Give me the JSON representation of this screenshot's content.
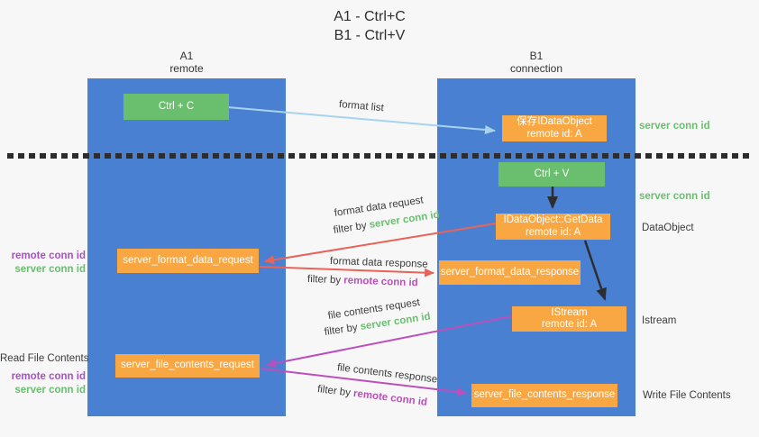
{
  "title": {
    "line1": "A1 - Ctrl+C",
    "line2": "B1 - Ctrl+V"
  },
  "columns": {
    "left": {
      "id": "A1",
      "subtitle": "remote"
    },
    "right": {
      "id": "B1",
      "subtitle": "connection"
    }
  },
  "nodes": {
    "ctrl_c": "Ctrl + C",
    "ctrl_v": "Ctrl + V",
    "save_dataobject": {
      "line1": "保存IDataObject",
      "line2": "remote id: A"
    },
    "getdata": {
      "line1": "IDataObject::GetData",
      "line2": "remote id: A"
    },
    "istream": {
      "line1": "IStream",
      "line2": "remote id: A"
    },
    "format_request": "server_format_data_request",
    "format_response": "server_format_data_response",
    "file_request": "server_file_contents_request",
    "file_response": "server_file_contents_response"
  },
  "flow_labels": {
    "format_list": "format list",
    "format_data_request": "format data request",
    "format_data_response": "format data response",
    "file_contents_request": "file contents request",
    "file_contents_response": "file contents response",
    "filter_by": "filter by"
  },
  "side_labels": {
    "server_conn_id": "server conn id",
    "remote_conn_id": "remote conn id",
    "dataobject": "DataObject",
    "istream": "Istream",
    "read_file_contents": "Read File Contents",
    "write_file_contents": "Write File Contents"
  },
  "colors": {
    "column_blue": "#4a80d2",
    "node_green": "#6abf6e",
    "node_orange": "#f9a743",
    "arrow_light_blue": "#a8d3ee",
    "arrow_red": "#e96358",
    "arrow_magenta": "#bb4fbb",
    "arrow_black": "#2d2d2d",
    "text_green": "#6abf6e",
    "text_purple": "#a851c4",
    "background": "#f7f7f8"
  }
}
